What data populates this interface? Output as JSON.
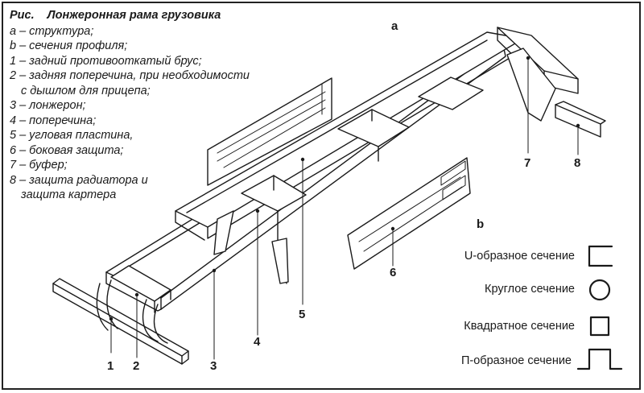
{
  "legend": {
    "fig": "Рис.",
    "title": "Лонжеронная рама грузовика",
    "items": [
      "a – структура;",
      "b – сечения профиля;",
      "1 – задний противооткатый брус;",
      "2 – задняя поперечина, при необходимости",
      "с дышлом для прицепа;",
      "3 – лонжерон;",
      "4 – поперечина;",
      "5 – угловая пластина,",
      "6 – боковая защита;",
      "7 – буфер;",
      "8 – защита радиатора и",
      "защита картера"
    ]
  },
  "part_labels": {
    "a": "a",
    "b": "b",
    "n1": "1",
    "n2": "2",
    "n3": "3",
    "n4": "4",
    "n5": "5",
    "n6": "6",
    "n7": "7",
    "n8": "8"
  },
  "sections": {
    "u": "U-образное сечение",
    "round": "Круглое сечение",
    "square": "Квадратное сечение",
    "p": "П-образное сечение"
  }
}
